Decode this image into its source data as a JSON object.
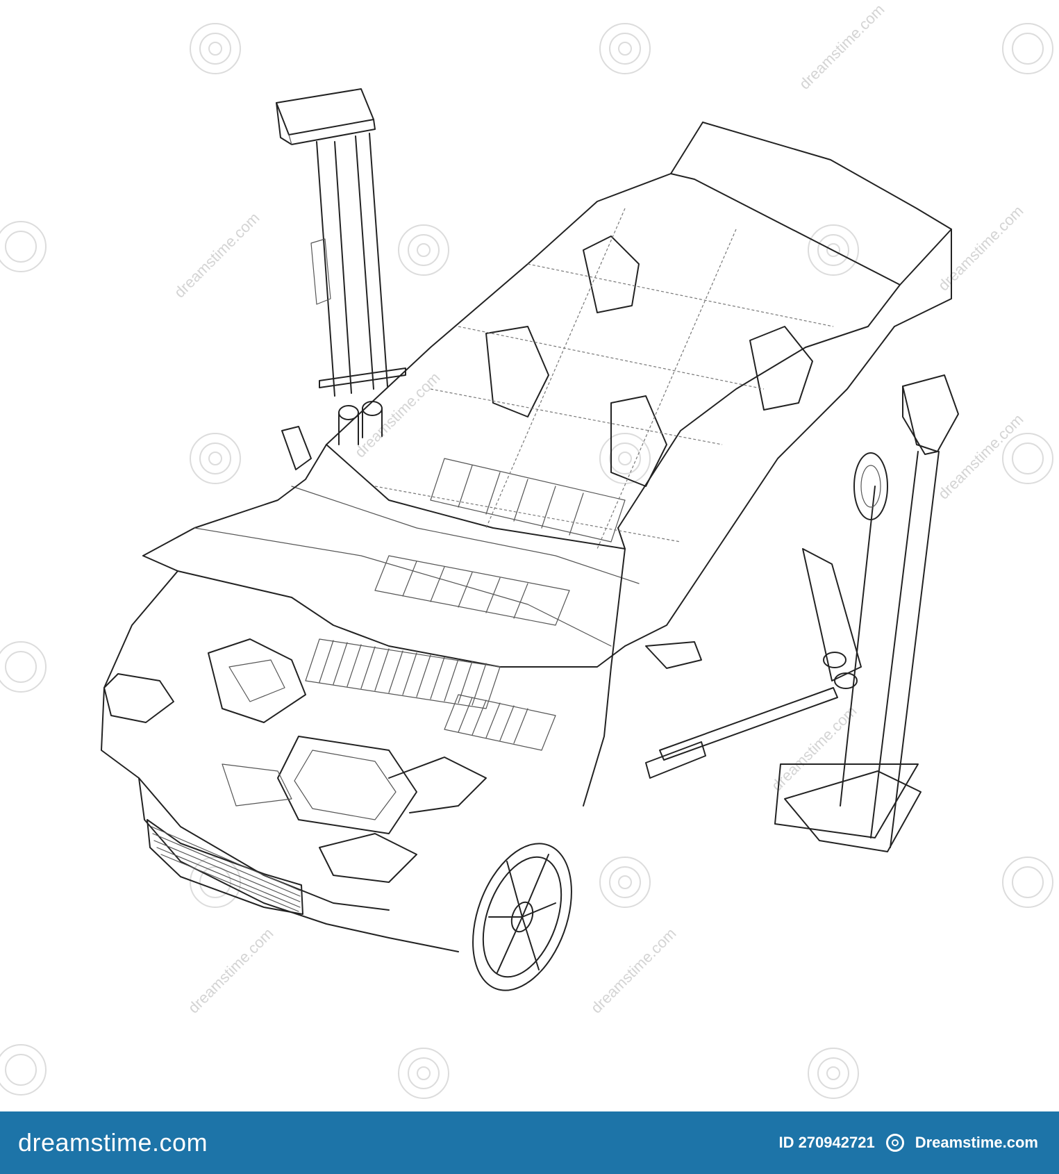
{
  "illustration": {
    "subject": "wireframe car on two-post lift",
    "line_color": "#222222"
  },
  "watermark": {
    "text": "dreamstime.com"
  },
  "footer": {
    "background": "#1d74a8",
    "logo": "dreamstime.com",
    "id_label": "ID 270942721",
    "icon": "dreamstime-logo-icon",
    "brand": "Dreamstime.com"
  }
}
